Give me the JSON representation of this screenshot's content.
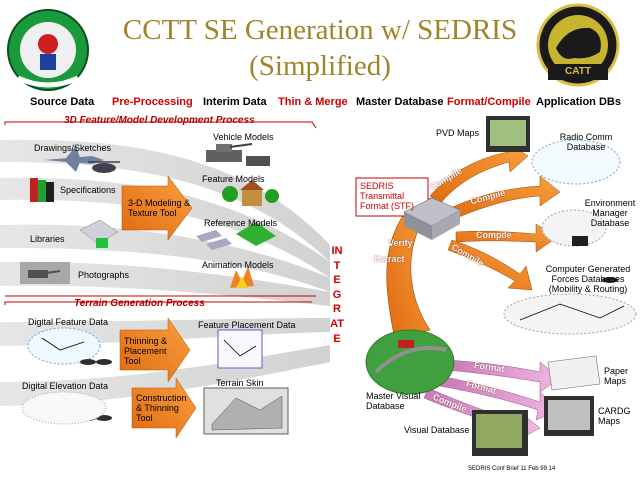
{
  "title": {
    "line1": "CCTT SE Generation w/ SEDRIS",
    "line2": "(Simplified)"
  },
  "logo_right_text": "CATT",
  "columns": [
    {
      "label": "Source Data",
      "color": "#000000"
    },
    {
      "label": "Pre-Processing",
      "color": "#cc0000"
    },
    {
      "label": "Interim Data",
      "color": "#000000"
    },
    {
      "label": "Thin & Merge",
      "color": "#cc0000"
    },
    {
      "label": "Master Database",
      "color": "#000000"
    },
    {
      "label": "Format/Compile",
      "color": "#cc0000"
    },
    {
      "label": "Application DBs",
      "color": "#000000"
    }
  ],
  "feature_process": {
    "title": "3D Feature/Model Development Process",
    "sources": [
      "Drawings/Sketches",
      "Specifications",
      "Libraries",
      "Photographs"
    ],
    "tool": "3-D Modeling & Texture Tool",
    "models": [
      "Vehicle Models",
      "Feature Models",
      "Reference Models",
      "Animation Models"
    ]
  },
  "terrain_process": {
    "title": "Terrain Generation Process",
    "sources": [
      "Digital Feature Data",
      "Digital Elevation Data"
    ],
    "tools": [
      "Thinning & Placement Tool",
      "Construction & Thinning Tool"
    ],
    "outputs": [
      "Feature Placement Data",
      "Terrain Skin"
    ]
  },
  "integrate": "INTEGRATE",
  "verify": "Verify",
  "extract": "Extract",
  "stf": "SEDRIS Transmittal Format (STF)",
  "master_db": "Master Visual Database",
  "compile": "Compile",
  "format": "Format",
  "apps": [
    "PVD Maps",
    "Radio Comm Database",
    "Environment Manager Database",
    "Computer Generated Forces Databases (Mobility & Routing)",
    "Paper Maps",
    "CARDG Maps",
    "Visual Database"
  ],
  "footer": "SEDRIS Conf Brief 11 Feb 99 14",
  "colors": {
    "title": "#a0842a",
    "red": "#cc0000",
    "orange": "#f08a1c",
    "pink": "#e08cc8",
    "gray_band": "#d8d8d8"
  }
}
